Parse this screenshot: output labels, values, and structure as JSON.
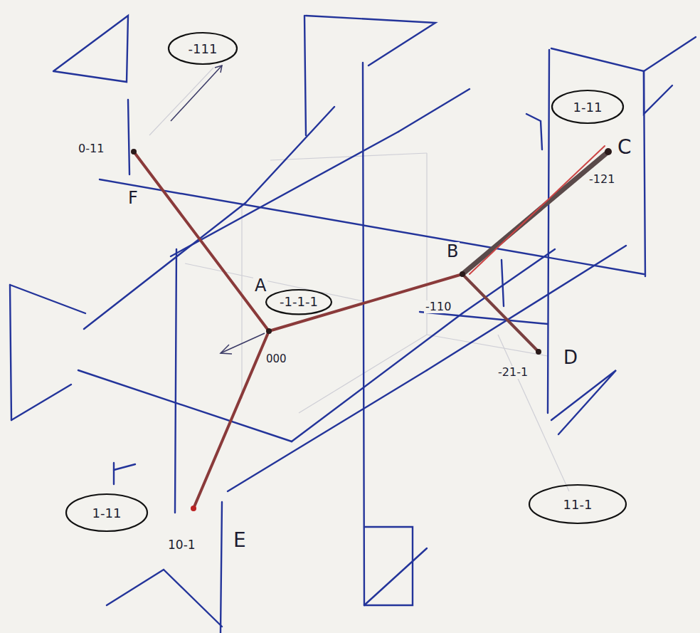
{
  "diagram": {
    "nodes": [
      {
        "text": [
          "-111"
        ]
      },
      {
        "text": [
          "1-11"
        ]
      },
      {
        "text": [
          "-1-1-1"
        ]
      },
      {
        "text": [
          "1-11"
        ]
      },
      {
        "text": [
          "11-1"
        ]
      }
    ],
    "labels": [
      "0-11",
      "F",
      "A",
      "000",
      "B",
      "-110",
      "C",
      "-121",
      "D",
      "-21-1",
      "10-1",
      "E"
    ]
  }
}
